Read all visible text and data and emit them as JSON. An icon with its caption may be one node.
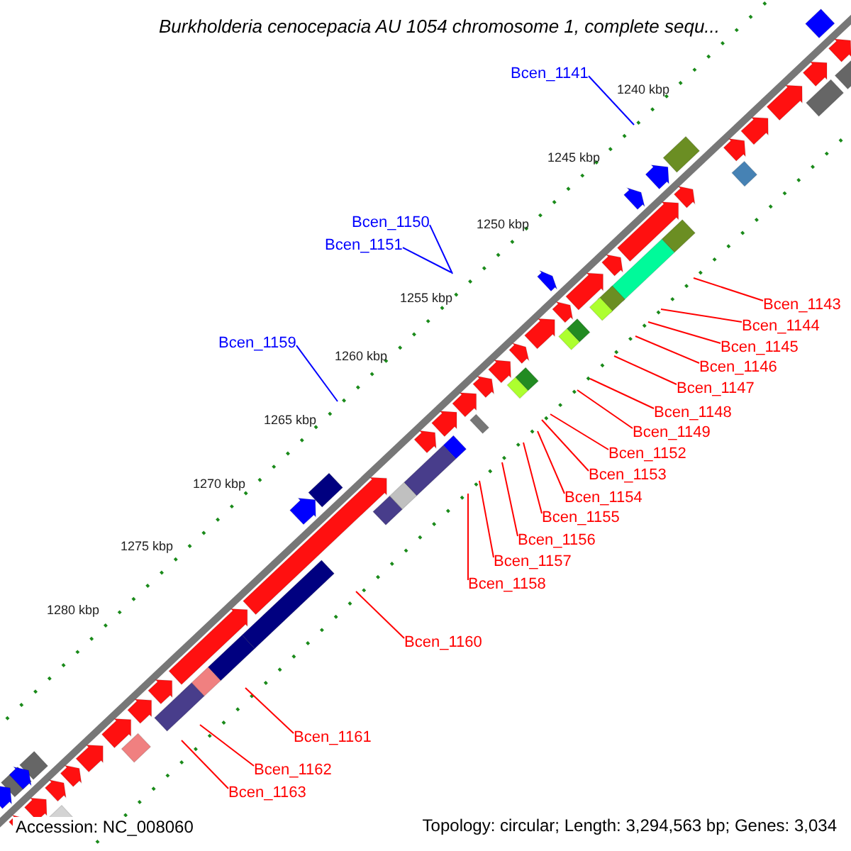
{
  "diagram": {
    "title": "Burkholderia cenocepacia AU 1054 chromosome 1, complete sequ...",
    "nodes": [
      {
        "text": [
          "Bcen_1141"
        ]
      },
      {
        "text": [
          "Bcen_1150"
        ]
      },
      {
        "text": [
          "Bcen_1151"
        ]
      },
      {
        "text": [
          "Bcen_1143"
        ]
      },
      {
        "text": [
          "Bcen_1144"
        ]
      },
      {
        "text": [
          "Bcen_1159"
        ]
      },
      {
        "text": [
          "Bcen_1145"
        ]
      },
      {
        "text": [
          "Bcen_1146"
        ]
      },
      {
        "text": [
          "Bcen_1147"
        ]
      },
      {
        "text": [
          "Bcen_1148"
        ]
      },
      {
        "text": [
          "Bcen_1149"
        ]
      },
      {
        "text": [
          "Bcen_1152"
        ]
      },
      {
        "text": [
          "Bcen_1153"
        ]
      },
      {
        "text": [
          "Bcen_1154"
        ]
      },
      {
        "text": [
          "Bcen_1155"
        ]
      },
      {
        "text": [
          "Bcen_1156"
        ]
      },
      {
        "text": [
          "Bcen_1157"
        ]
      },
      {
        "text": [
          "Bcen_1158"
        ]
      },
      {
        "text": [
          "Bcen_1160"
        ]
      },
      {
        "text": [
          "Bcen_1161"
        ]
      },
      {
        "text": [
          "Bcen_1162"
        ]
      },
      {
        "text": [
          "Bcen_1163"
        ]
      }
    ],
    "edges": [
      {
        "from": 0,
        "to": null,
        "arrow": "none",
        "color": "#0000ff"
      },
      {
        "from": 1,
        "to": null,
        "arrow": "none",
        "color": "#0000ff"
      },
      {
        "from": 2,
        "to": null,
        "arrow": "none",
        "color": "#0000ff"
      },
      {
        "from": 3,
        "to": null,
        "arrow": "none"
      },
      {
        "from": 4,
        "to": null,
        "arrow": "none"
      },
      {
        "from": 5,
        "to": null,
        "arrow": "none",
        "color": "#0000ff"
      },
      {
        "from": 6,
        "to": null,
        "arrow": "none"
      },
      {
        "from": 7,
        "to": null,
        "arrow": "none"
      },
      {
        "from": 8,
        "to": null,
        "arrow": "none"
      },
      {
        "from": 9,
        "to": null,
        "arrow": "none"
      },
      {
        "from": 10,
        "to": null,
        "arrow": "none"
      },
      {
        "from": 11,
        "to": null,
        "arrow": "none"
      },
      {
        "from": 12,
        "to": null,
        "arrow": "none"
      },
      {
        "from": 13,
        "to": null,
        "arrow": "none"
      },
      {
        "from": 14,
        "to": null,
        "arrow": "none"
      },
      {
        "from": 15,
        "to": null,
        "arrow": "none"
      },
      {
        "from": 16,
        "to": null,
        "arrow": "none"
      },
      {
        "from": 17,
        "to": null,
        "arrow": "none"
      },
      {
        "from": 18,
        "to": null,
        "arrow": "none"
      },
      {
        "from": 19,
        "to": null,
        "arrow": "none"
      },
      {
        "from": 20,
        "to": null,
        "arrow": "none"
      },
      {
        "from": 21,
        "to": null,
        "arrow": "none"
      }
    ],
    "labels": [
      "1240 kbp",
      "1245 kbp",
      "1250 kbp",
      "1255 kbp",
      "1260 kbp",
      "1265 kbp",
      "1270 kbp",
      "1275 kbp",
      "1280 kbp",
      "Accession: NC_008060",
      "Topology: circular; Length: 3,294,563 bp; Genes: 3,034"
    ]
  }
}
